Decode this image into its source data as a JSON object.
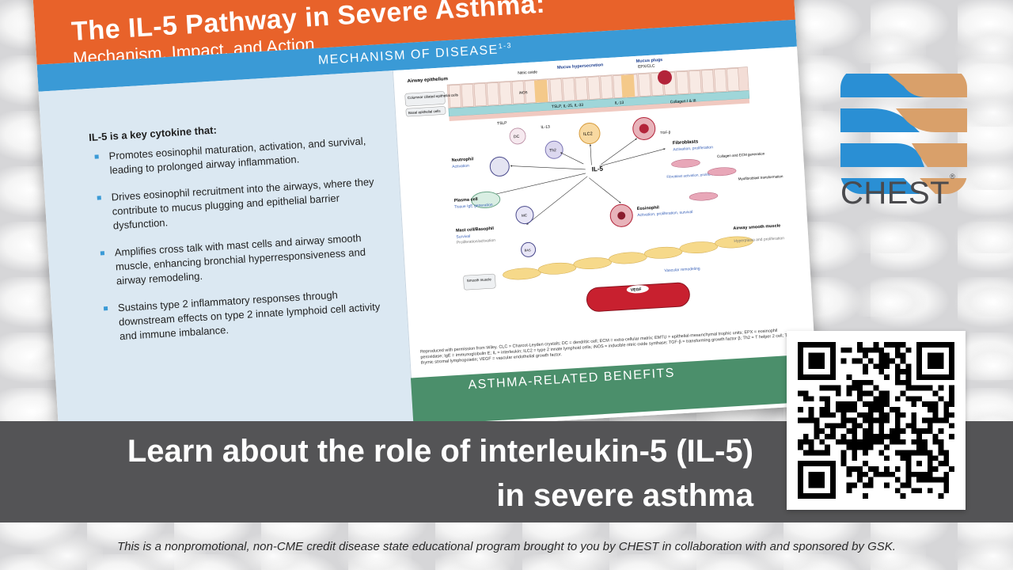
{
  "poster": {
    "title": "The IL-5 Pathway in Severe Asthma:",
    "subtitle": "Mechanism, Impact, and Action",
    "section": "MECHANISM OF DISEASE",
    "section_sup": "1-3",
    "bullets_heading": "IL-5 is a key cytokine that:",
    "bullets": [
      "Promotes eosinophil maturation, activation, and survival, leading to prolonged airway inflammation.",
      "Drives eosinophil recruitment into the airways, where they contribute to mucus plugging and epithelial barrier dysfunction.",
      "Amplifies cross talk with mast cells and airway smooth muscle, enhancing bronchial hyperresponsiveness and airway remodeling.",
      "Sustains type 2 inflammatory responses through downstream effects on type 2 innate lymphoid cell activity and immune imbalance."
    ],
    "next_section": "ASTHMA-RELATED BENEFITS",
    "credit": "Reproduced with permission from Wiley. CLC = Charcot-Leyden crystals; DC = dendritic cell; ECM = extra-cellular matrix; EMTU = epithelial-mesenchymal trophic units; EPX = eosinophil peroxidase; IgE = immunoglobulin E; IL = interleukin; ILC2 = type 2 innate lymphoid cells; iNOS = inducible nitric oxide synthase; TGF-β = transforming growth factor β; Th2 = T helper 2 cell; TSLP = thymic stromal lymphopoietin; VEGF = vascular endothelial growth factor."
  },
  "diagram": {
    "labels": {
      "airway_epithelium": "Airway epithelium",
      "nitric_oxide": "Nitric oxide",
      "mucus_hypersecretion": "Mucus hypersecretion",
      "mucus_plugs": "Mucus plugs",
      "epx_clc": "EPX/CLC",
      "columnar": "Columnar ciliated epithelial cells",
      "basal": "Basal epithelial cells",
      "inos": "iNOS",
      "tslp_il": "TSLP, IL-25, IL-33",
      "il13_top": "IL-13",
      "collagen": "Collagen I & III",
      "tslp": "TSLP",
      "dc": "DC",
      "il13_mid": "IL-13",
      "ilc2": "ILC2",
      "tgf": "TGF-β",
      "th2": "Th2",
      "neutrophil": "Neutrophil",
      "activation": "Activation",
      "fibroblasts": "Fibroblasts",
      "activation_prolif": "Activation, proliferation",
      "collagen_ecm": "Collagen and ECM generation",
      "il5": "IL-5",
      "fib_act": "Fibroblast activation, proliferation",
      "myofib": "Myofibroblast transformation",
      "plasma_cell": "Plasma cell",
      "tissue_ige": "Tissue IgE generation",
      "eosinophil": "Eosinophil",
      "eos_act": "Activation, proliferation, survival",
      "mast_cell": "Mast cell/Basophil",
      "survival": "Survival",
      "prolif_act": "Proliferation/activation",
      "mc": "MC",
      "bas": "BAS",
      "airway_smooth": "Airway smooth muscle",
      "hyperplasia": "Hyperplasia and proliferation",
      "smooth_muscle": "Smooth muscle",
      "vascular": "Vascular remodeling",
      "vegf": "VEGF"
    }
  },
  "logo": {
    "word": "CHEST",
    "registered": "®"
  },
  "banner": {
    "line1": "Learn about the role of interleukin-5 (IL-5)",
    "line2": "in severe asthma"
  },
  "footer": "This is a nonpromotional, non-CME credit disease state educational program brought to you by CHEST in collaboration with and sponsored by GSK.",
  "colors": {
    "orange": "#e8622a",
    "blue": "#3a9ad6",
    "banner": "#545456",
    "logo_blue": "#2a8fd4",
    "logo_tan": "#d9a06a"
  }
}
